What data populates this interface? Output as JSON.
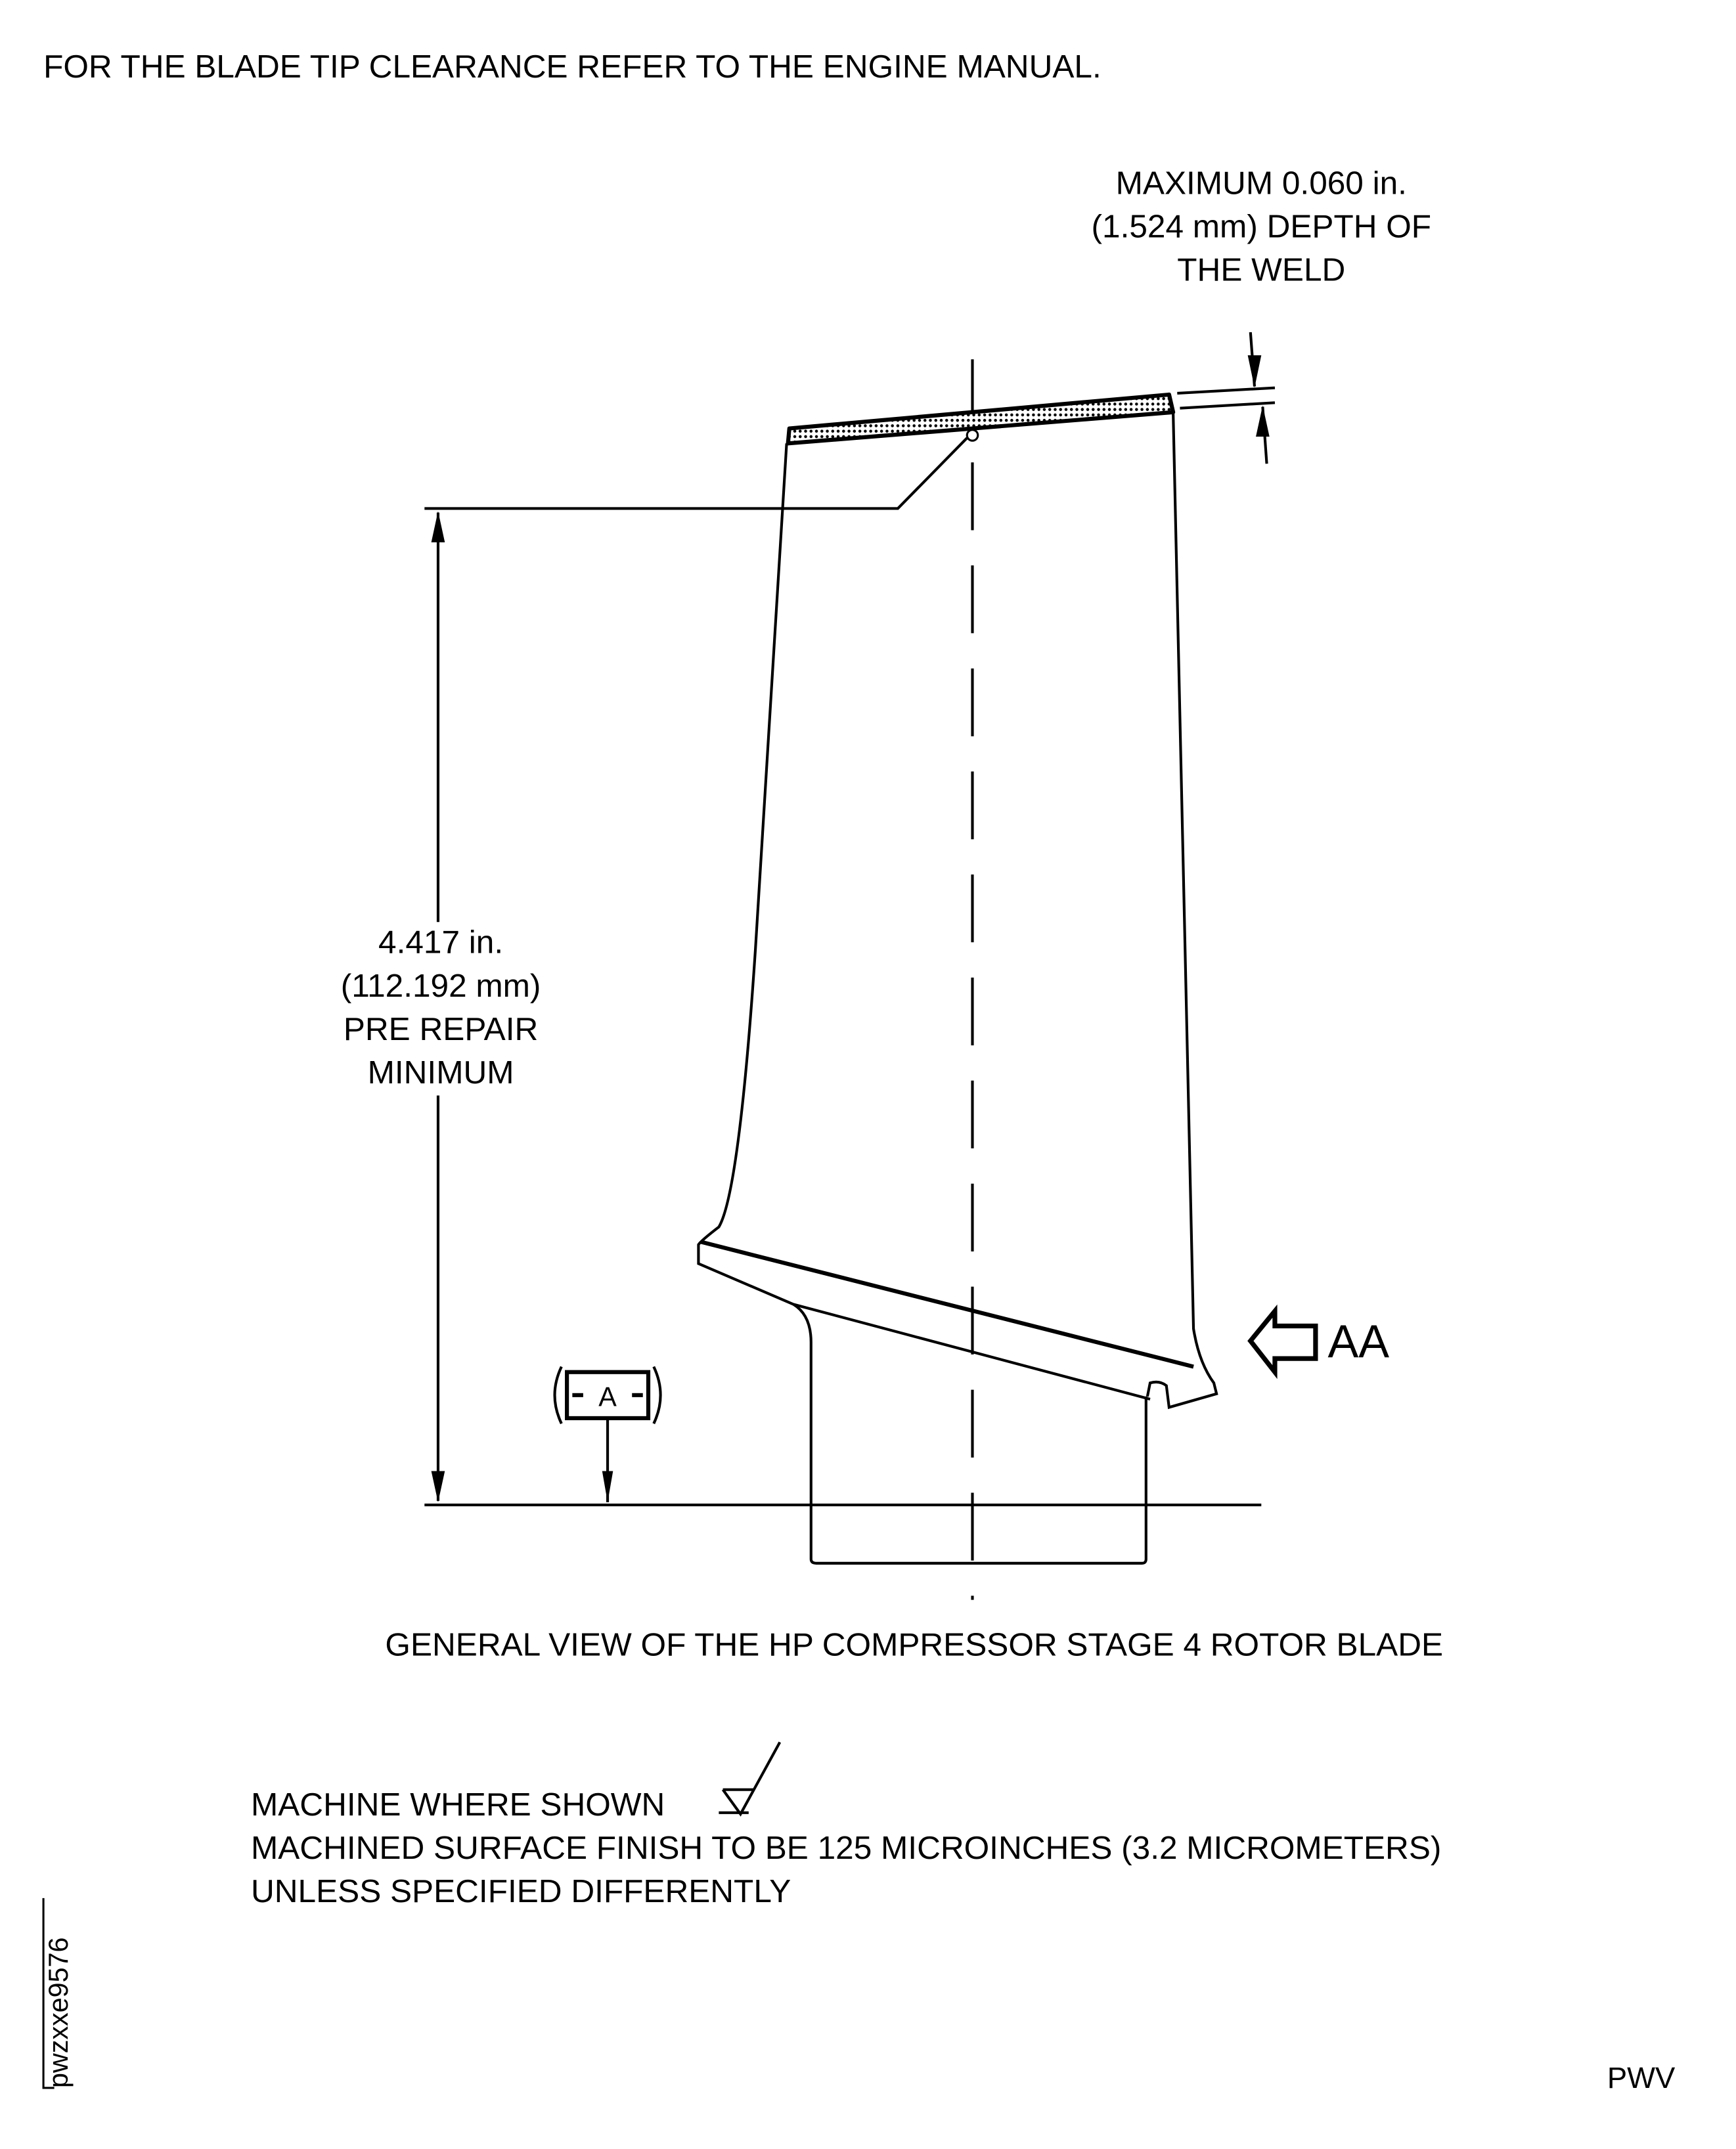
{
  "header_note": "FOR THE BLADE TIP CLEARANCE REFER TO THE ENGINE MANUAL.",
  "weld_callout": [
    "MAXIMUM 0.060 in.",
    "(1.524 mm) DEPTH OF",
    "THE WELD"
  ],
  "length_dimension": [
    "4.417 in.",
    "(112.192 mm)",
    "PRE REPAIR",
    "MINIMUM"
  ],
  "datum_label": "A",
  "view_arrow_label": "AA",
  "caption": "GENERAL VIEW OF THE HP COMPRESSOR STAGE 4 ROTOR BLADE",
  "notes": {
    "machine": "MACHINE WHERE SHOWN",
    "finish": "MACHINED SURFACE FINISH TO BE 125 MICROINCHES (3.2 MICROMETERS)",
    "unless": "UNLESS SPECIFIED DIFFERENTLY"
  },
  "figure_id": "pwzxxe9576",
  "corner_code": "PWV"
}
